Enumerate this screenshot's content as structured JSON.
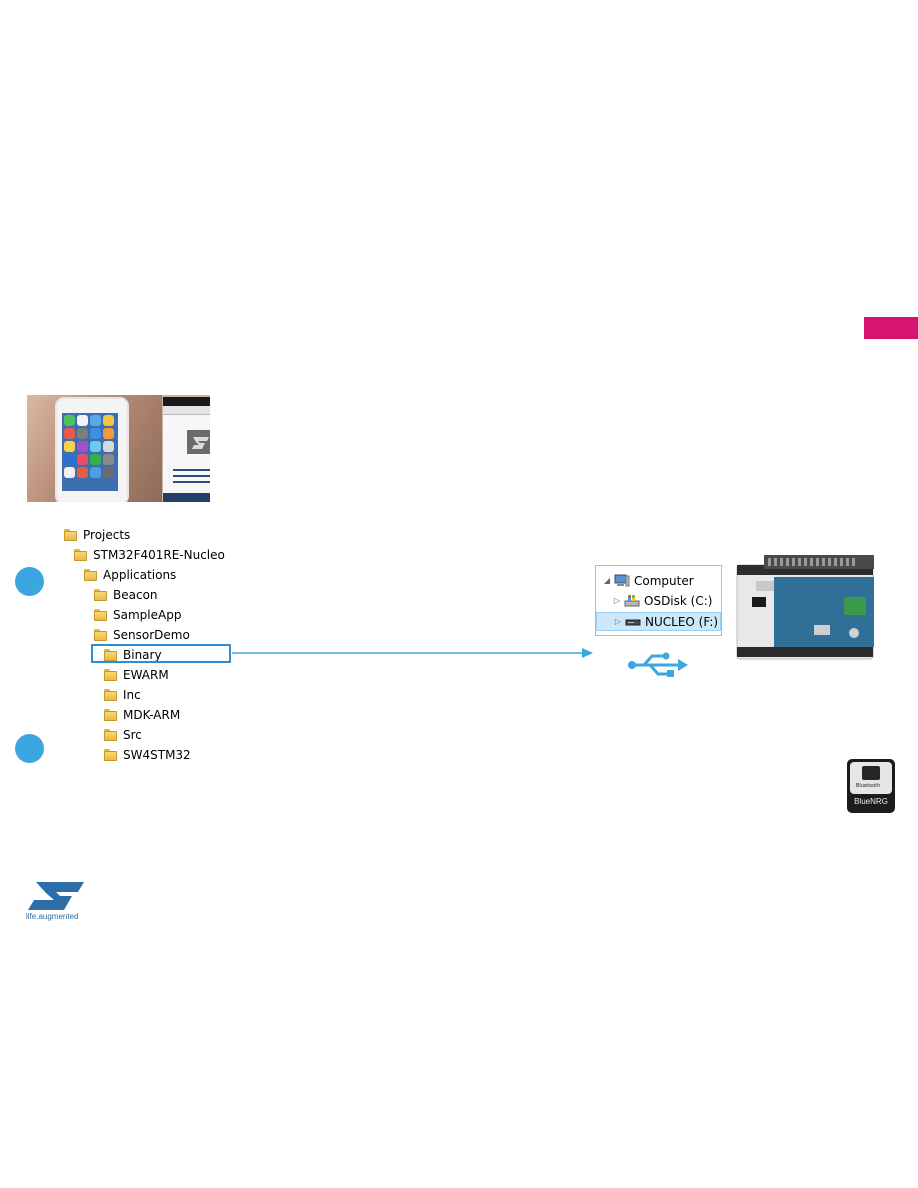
{
  "side_tab": {
    "color": "#d6166f"
  },
  "phone_photo": {
    "description_icon": "smartphone-app-photo"
  },
  "folder_tree": {
    "items": [
      {
        "label": "Projects"
      },
      {
        "label": "STM32F401RE-Nucleo"
      },
      {
        "label": "Applications"
      },
      {
        "label": "Beacon"
      },
      {
        "label": "SampleApp"
      },
      {
        "label": "SensorDemo"
      },
      {
        "label": "Binary"
      },
      {
        "label": "EWARM"
      },
      {
        "label": "Inc"
      },
      {
        "label": "MDK-ARM"
      },
      {
        "label": "Src"
      },
      {
        "label": "SW4STM32"
      }
    ],
    "highlighted": "Binary",
    "highlight_color": "#2f8ed2"
  },
  "steps": {
    "circle_color": "#3ba6e0"
  },
  "explorer": {
    "items": [
      {
        "label": "Computer",
        "icon": "computer-icon"
      },
      {
        "label": "OSDisk (C:)",
        "icon": "disk-icon"
      },
      {
        "label": "NUCLEO (F:)",
        "icon": "usb-drive-icon",
        "selected": true
      }
    ]
  },
  "usb": {
    "icon": "usb-icon",
    "color": "#3ba6e0"
  },
  "app_icon": {
    "name": "BlueNRG",
    "small_text": "Bluetooth"
  },
  "brand": {
    "tagline": "life.augmented",
    "color": "#2b6ea8"
  }
}
